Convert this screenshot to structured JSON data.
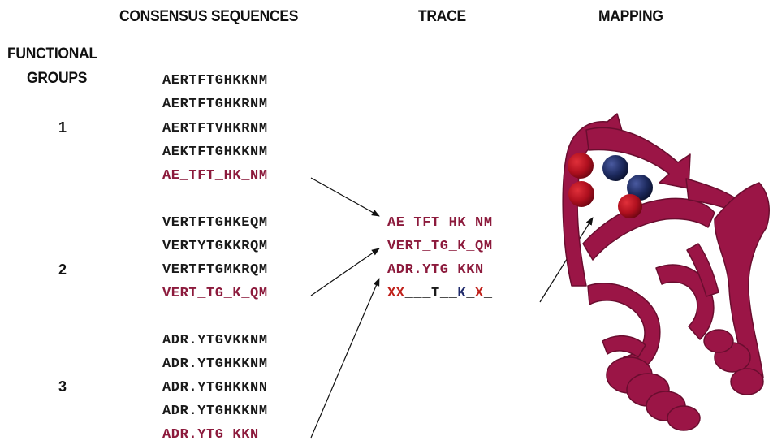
{
  "headers": {
    "consensus": "CONSENSUS SEQUENCES",
    "trace": "TRACE",
    "mapping": "MAPPING",
    "groups_line1": "FUNCTIONAL",
    "groups_line2": "GROUPS"
  },
  "groups": [
    {
      "number": "1",
      "sequences": [
        "AERTFTGHKKNM",
        "AERTFTGHKRNM",
        "AERTFTVHKRNM",
        "AEKTFTGHKKNM"
      ],
      "consensus": "AE_TFT_HK_NM"
    },
    {
      "number": "2",
      "sequences": [
        "VERTFTGHKEQM",
        "VERTYTGKKRQM",
        "VERTFTGMKRQM"
      ],
      "consensus": "VERT_TG_K_QM"
    },
    {
      "number": "3",
      "sequences": [
        "ADR.YTGVKKNM",
        "ADR.YTGHKKNM",
        "ADR.YTGHKKNN",
        "ADR.YTGHKKNM"
      ],
      "consensus": "ADR.YTG_KKN_"
    }
  ],
  "trace": {
    "lines": [
      "AE_TFT_HK_NM",
      "VERT_TG_K_QM",
      "ADR.YTG_KKN_"
    ],
    "result": {
      "seg1": "XX",
      "seg2": "___T__",
      "seg3": "K",
      "seg4": "_",
      "seg5": "X",
      "seg6": "_"
    }
  },
  "colors": {
    "consensus": "#8c1a3c",
    "protein": "#9b1546",
    "residue_red": "#b0101f",
    "residue_blue": "#1d2a5e"
  },
  "icons": [
    "protein-ribbon-structure"
  ]
}
